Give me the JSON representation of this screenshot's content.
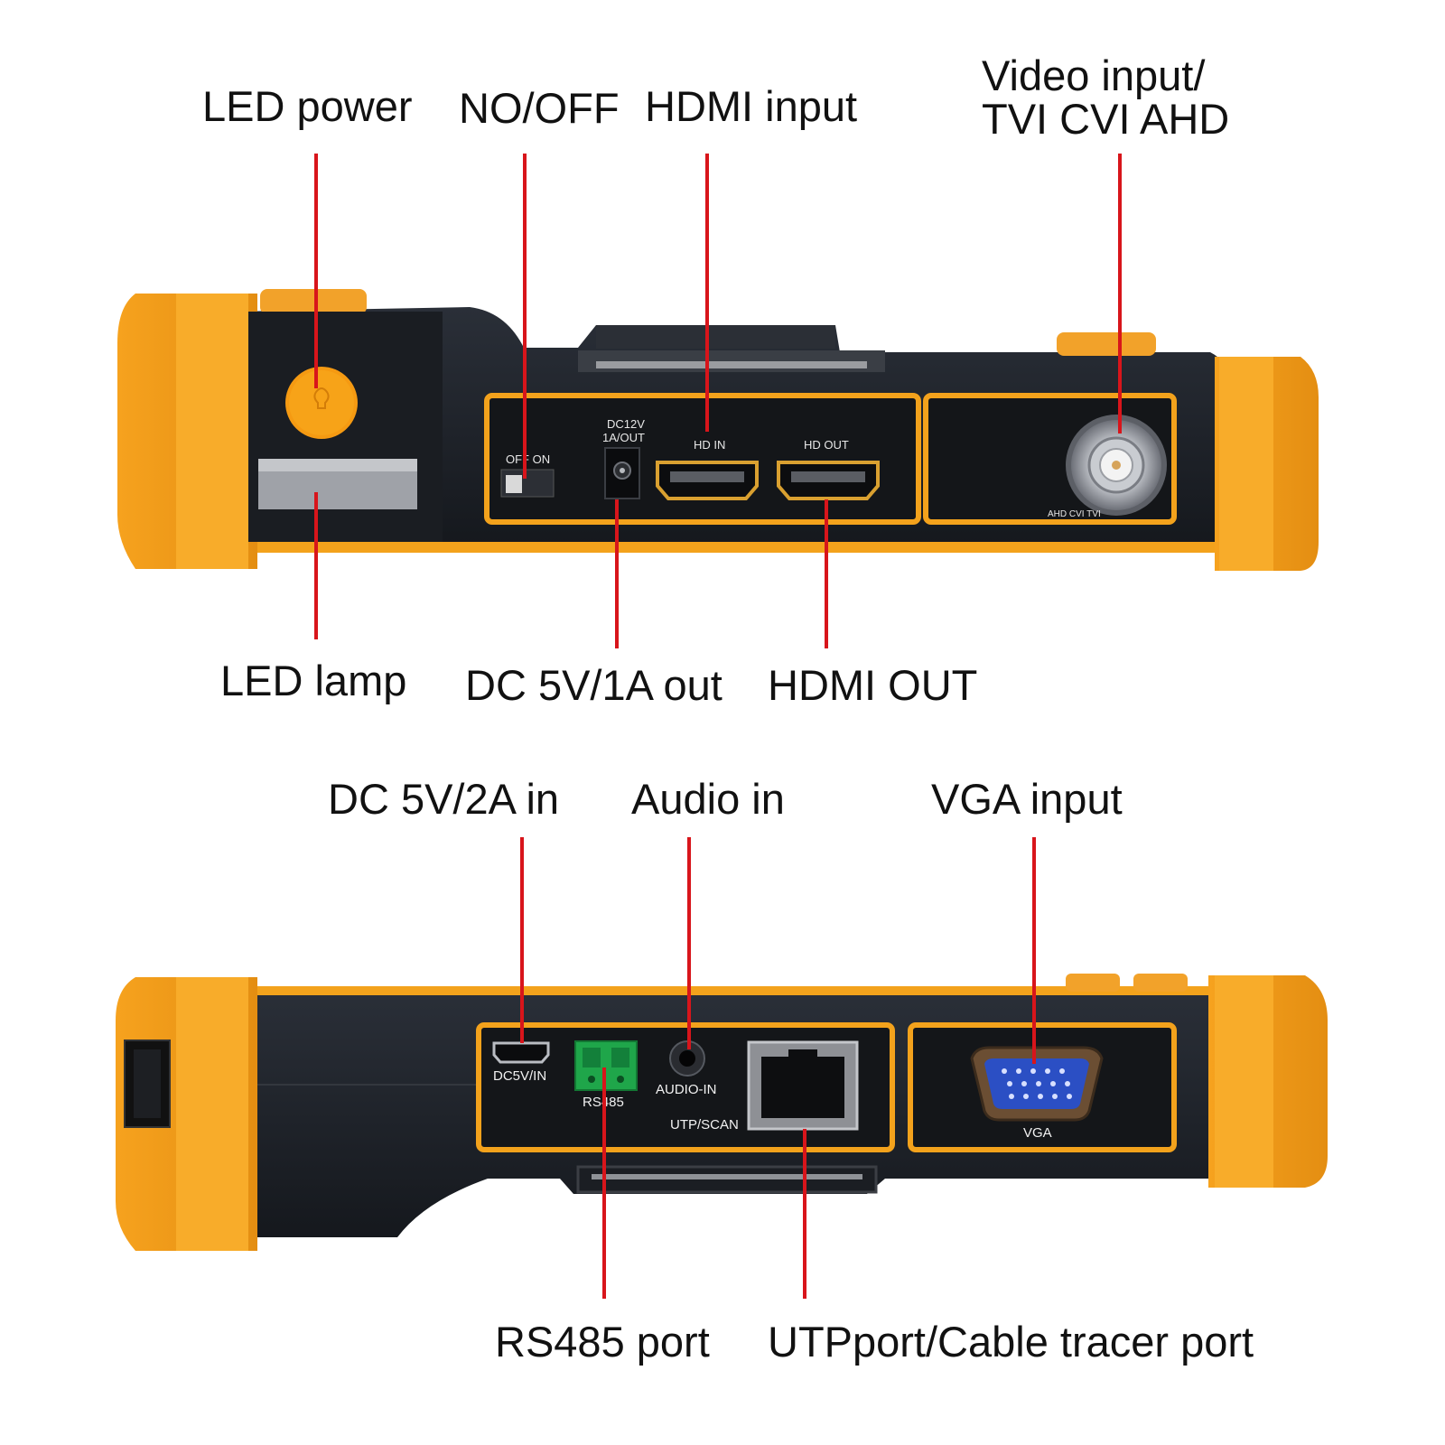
{
  "colors": {
    "bumper": "#f7a21b",
    "bumper_shade": "#d9830f",
    "body": "#1e2229",
    "panel_trim": "#f3a21c",
    "leader": "#d8151b",
    "label_text": "#111111",
    "rs485_green": "#1fa64a",
    "vga_blue": "#2b4fc4"
  },
  "top_view": {
    "callouts_above": [
      {
        "id": "led-power",
        "text": "LED power"
      },
      {
        "id": "on-off",
        "text": "NO/OFF"
      },
      {
        "id": "hdmi-input",
        "text": "HDMI input"
      },
      {
        "id": "video-input",
        "lines": [
          "Video input/",
          "TVI CVI AHD"
        ]
      }
    ],
    "callouts_below": [
      {
        "id": "led-lamp",
        "text": "LED lamp"
      },
      {
        "id": "dc-out",
        "text": "DC 5V/1A out"
      },
      {
        "id": "hdmi-out",
        "text": "HDMI OUT"
      }
    ],
    "silkscreen": {
      "switch": "OFF  ON",
      "dc": [
        "DC12V",
        "1A/OUT"
      ],
      "hd_in": "HD IN",
      "hd_out": "HD OUT",
      "bnc": "AHD CVI TVI"
    },
    "icons": [
      "led-power-button-icon",
      "led-lamp-window-icon",
      "power-switch-icon",
      "dc-jack-icon",
      "hdmi-port-icon",
      "bnc-connector-icon"
    ]
  },
  "bottom_view": {
    "callouts_above": [
      {
        "id": "dc-in",
        "text": "DC 5V/2A in"
      },
      {
        "id": "audio-in",
        "text": "Audio in"
      },
      {
        "id": "vga-input",
        "text": "VGA input"
      }
    ],
    "callouts_below": [
      {
        "id": "rs485",
        "text": "RS485 port"
      },
      {
        "id": "utp",
        "text": "UTPport/Cable tracer port"
      }
    ],
    "silkscreen": {
      "dc_in": "DC5V/IN",
      "rs485": "RS485",
      "audio": "AUDIO-IN",
      "utp": "UTP/SCAN",
      "vga": "VGA"
    },
    "icons": [
      "usb-port-icon",
      "micro-usb-icon",
      "terminal-block-icon",
      "audio-jack-icon",
      "rj45-port-icon",
      "vga-port-icon"
    ]
  }
}
